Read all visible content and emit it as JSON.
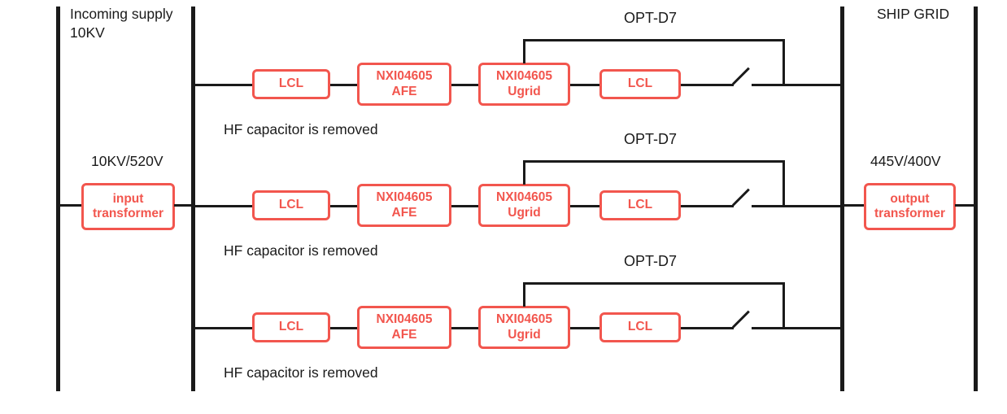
{
  "colors": {
    "accent_red": "#f2564e",
    "line_black": "#1a1a1a"
  },
  "left_section": {
    "incoming_line1": "Incoming supply",
    "incoming_line2": "10KV",
    "transformer_ratio": "10KV/520V",
    "transformer_line1": "input",
    "transformer_line2": "transformer"
  },
  "right_section": {
    "grid_label": "SHIP GRID",
    "transformer_ratio": "445V/400V",
    "transformer_line1": "output",
    "transformer_line2": "transformer"
  },
  "rows": [
    {
      "opt_label": "OPT-D7",
      "lcl_in": "LCL",
      "afe_line1": "NXI04605",
      "afe_line2": "AFE",
      "ugrid_line1": "NXI04605",
      "ugrid_line2": "Ugrid",
      "lcl_out": "LCL",
      "note": "HF capacitor is removed"
    },
    {
      "opt_label": "OPT-D7",
      "lcl_in": "LCL",
      "afe_line1": "NXI04605",
      "afe_line2": "AFE",
      "ugrid_line1": "NXI04605",
      "ugrid_line2": "Ugrid",
      "lcl_out": "LCL",
      "note": "HF capacitor is removed"
    },
    {
      "opt_label": "OPT-D7",
      "lcl_in": "LCL",
      "afe_line1": "NXI04605",
      "afe_line2": "AFE",
      "ugrid_line1": "NXI04605",
      "ugrid_line2": "Ugrid",
      "lcl_out": "LCL",
      "note": "HF capacitor is removed"
    }
  ]
}
